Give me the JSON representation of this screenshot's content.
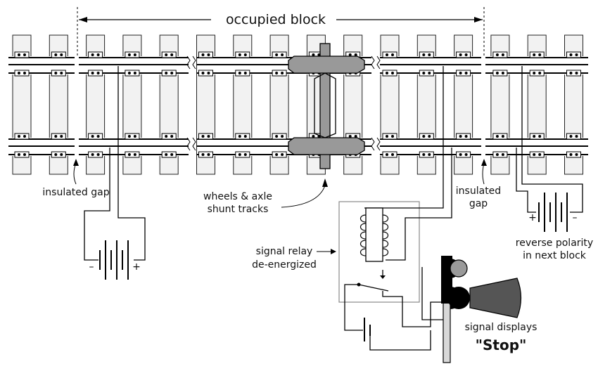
{
  "labels": {
    "occupied_block": "occupied block",
    "insulated_gap_left": "insulated gap",
    "wheels_line1": "wheels & axle",
    "wheels_line2": "shunt tracks",
    "insulated_gap_right_line1": "insulated",
    "insulated_gap_right_line2": "gap",
    "relay_line1": "signal relay",
    "relay_line2": "de-energized",
    "reverse_line1": "reverse polarity",
    "reverse_line2": "in next block",
    "signal_line1": "signal displays",
    "signal_state": "\"Stop\""
  },
  "battery_left": {
    "minus": "–",
    "plus": "+"
  },
  "battery_right": {
    "plus": "+",
    "minus": "–"
  },
  "colors": {
    "wheelset": "#999999",
    "signal_beam": "#555555",
    "signal_lit": "#000000",
    "signal_unlit": "#9a9a9a"
  }
}
